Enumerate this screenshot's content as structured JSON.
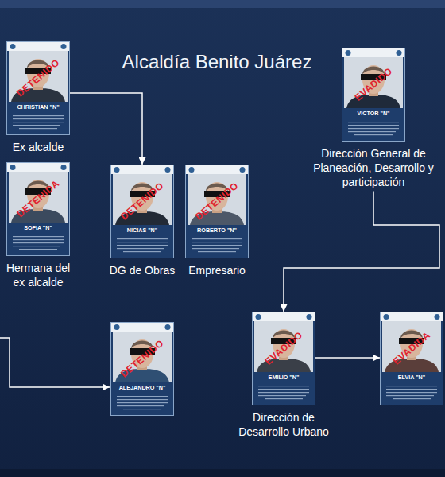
{
  "diagram": {
    "title": "Alcaldía Benito Juárez",
    "nodes": [
      {
        "text": [
          "DETENIDO",
          "CHRISTIAN \"N\"",
          "Ex alcalde"
        ]
      },
      {
        "text": [
          "EVADIDO",
          "VICTOR \"N\"",
          "Dirección General de Planeación, Desarrollo y participación"
        ]
      },
      {
        "text": [
          "DETENIDA",
          "SOFIA \"N\"",
          "Hermana del ex alcalde"
        ]
      },
      {
        "text": [
          "DETENIDO",
          "NICIAS \"N\"",
          "DG de Obras"
        ]
      },
      {
        "text": [
          "DETENIDO",
          "ROBERTO \"N\"",
          "Empresario"
        ]
      },
      {
        "text": [
          "DETENIDO",
          "ALEJANDRO \"N\""
        ]
      },
      {
        "text": [
          "EVADIDO",
          "EMILIO \"N\"",
          "Dirección de Desarrollo Urbano"
        ]
      },
      {
        "text": [
          "EVADIDA",
          "ELVIA \"N\""
        ]
      }
    ],
    "edges": [
      {
        "from": 0,
        "to": 3,
        "arrow": "to"
      },
      {
        "from": 1,
        "to": 6,
        "arrow": "to"
      },
      {
        "from": 6,
        "to": 7,
        "arrow": "to"
      }
    ]
  }
}
